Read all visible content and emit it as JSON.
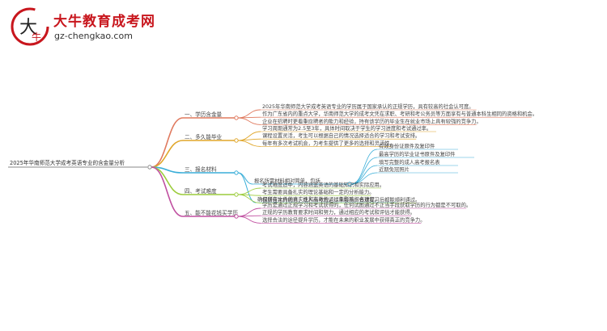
{
  "brand": {
    "name": "大牛教育成考网",
    "url": "gz-chengkao.com"
  },
  "colors": {
    "b1": "#e07a5f",
    "b2": "#e0a62a",
    "b3": "#3aaed8",
    "b4": "#9ccc3c",
    "b5": "#c04fa0",
    "brand": "#c8161d"
  },
  "mindmap": {
    "root": "2025年华南师范大学成考英语专业的含金量分析",
    "branches": [
      {
        "label": "一、学历含金量",
        "children": [
          "2025年华南师范大学成考英语专业的学历属于国家承认的正规学历，具有较高的社会认可度。",
          "作为广东省内的重点大学，华南师范大学的成考文凭在求职、考研和考公务员等方面享有与普通本科生相同的资格和机会。",
          "企业在招聘时更看重应聘者的能力和经验，持有该学历的毕业生在就业市场上具有较强的竞争力。"
        ]
      },
      {
        "label": "二、多久能毕业",
        "children": [
          "学习周期通常为2.5至3年，具体时间取决于学生的学习进度和考试通过率。",
          "课程设置灵活，考生可以根据自己的情况选择适合的学习和考试安排。",
          "每年有多次考试机会，为考生提供了更多的选择和灵活性。"
        ]
      },
      {
        "label": "三、报名材料",
        "sub": {
          "label": "报名所需材料相对简单，包括",
          "children": [
            "有效身份证原件及复印件",
            "最高学历的毕业证书原件及复印件",
            "填写完整的成人高考报名表",
            "近期免冠照片"
          ]
        },
        "children": [
          "确保所有文件的真实性和有效性，以免影响报名进程。"
        ]
      },
      {
        "label": "四、考试难度",
        "children": [
          "考试难度适中，内容涵盖英语的基础知识和实际应用。",
          "考生需要具备扎实的理论基础和一定的分析能力。",
          "根据往年的统计，成人高考的通过率较高，合理复习后都能顺利通过。"
        ]
      },
      {
        "label": "五、能不能花钱买学历",
        "children": [
          "学历是通过正规学习和考试获得的，任何试图通过不正当手段获取学历的行为都是不可取的。",
          "正规的学历教育要求时间和努力，通过相应的考试和评估才能获得。",
          "选择合法的途径提升学历，才能在未来的职业发展中获得真正的竞争力。"
        ]
      }
    ]
  }
}
